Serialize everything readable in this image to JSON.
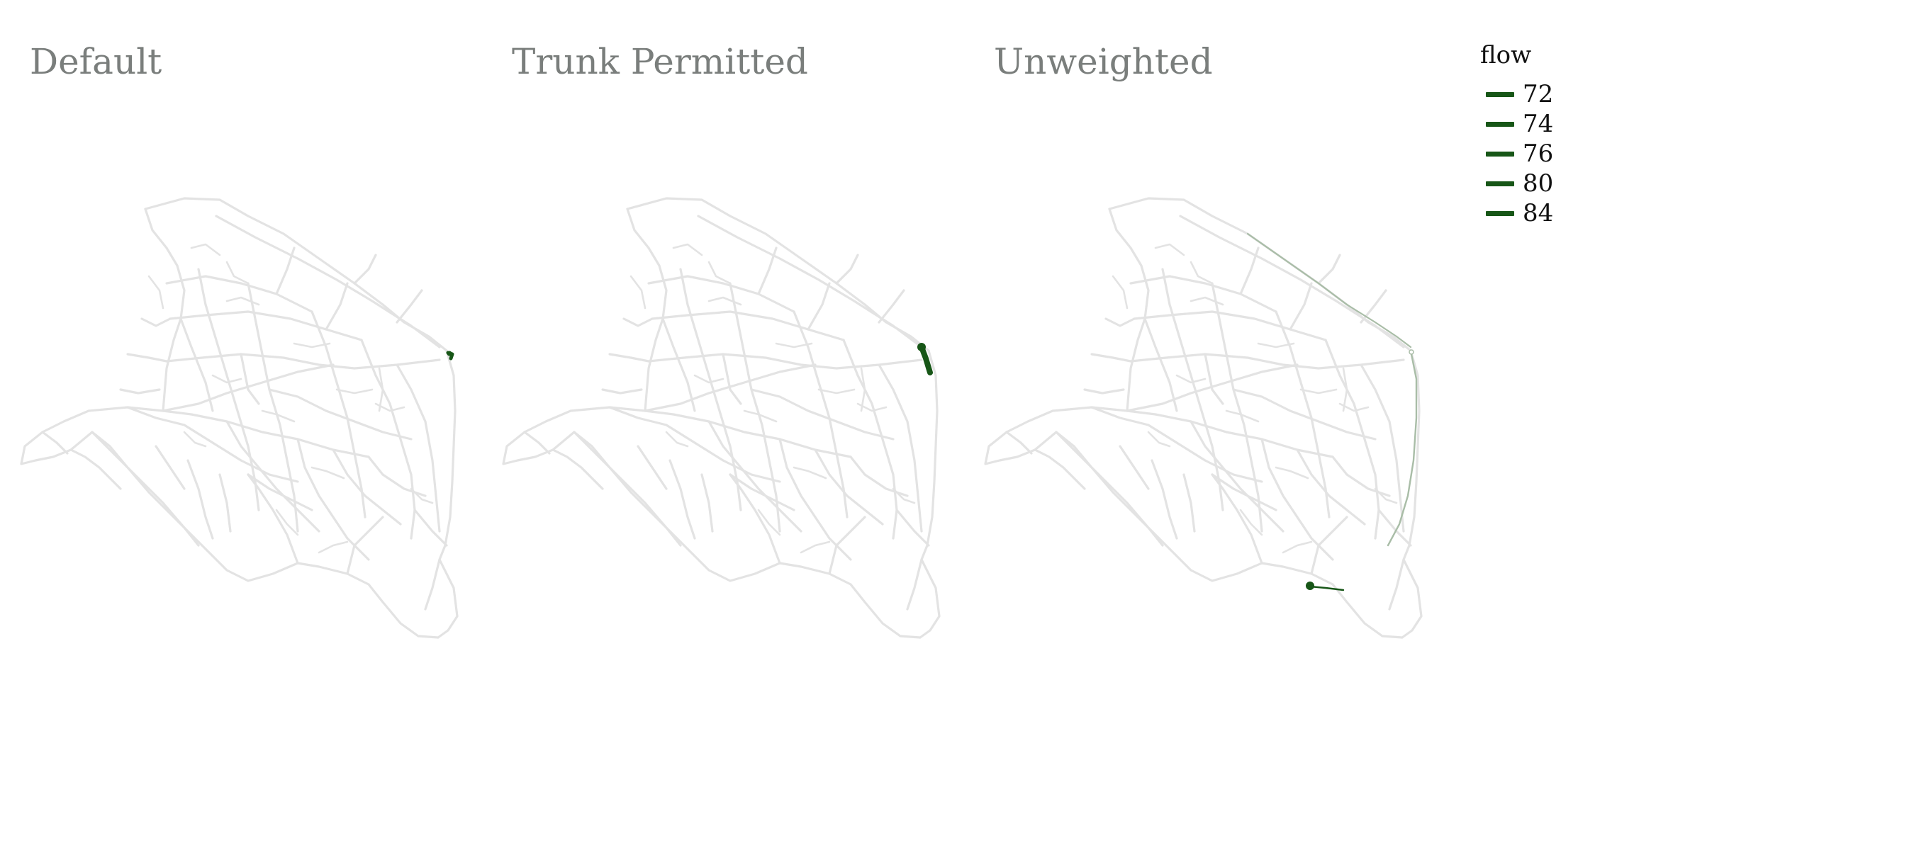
{
  "panels": [
    {
      "title": "Default",
      "route": "default"
    },
    {
      "title": "Trunk Permitted",
      "route": "trunk"
    },
    {
      "title": "Unweighted",
      "route": "unweighted"
    }
  ],
  "legend": {
    "title": "flow",
    "entries": [
      "72",
      "74",
      "76",
      "80",
      "84"
    ],
    "color": "#175617"
  },
  "colors": {
    "road": "#e3e3e3",
    "flow": "#175617",
    "flow_light": "#a9bda7",
    "title": "#7a7e7c"
  }
}
